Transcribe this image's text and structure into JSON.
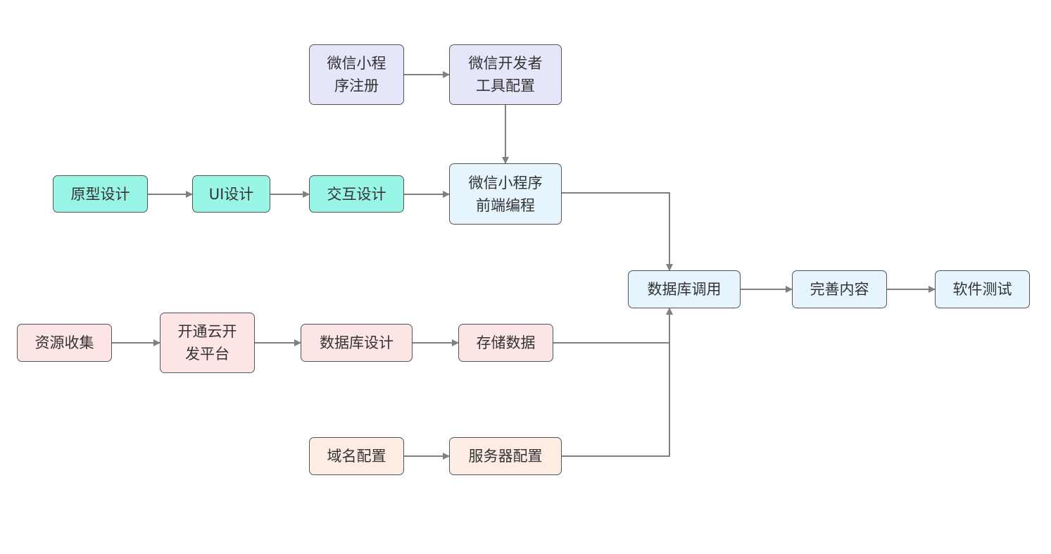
{
  "diagram": {
    "type": "flowchart",
    "colors": {
      "purple": "#e6e6fa",
      "teal": "#99f5e6",
      "lightblue": "#e5f4fd",
      "pink": "#fde5e6",
      "peach": "#fdece4",
      "border": "#555555",
      "edge": "#808080",
      "text": "#333333"
    },
    "nodes": [
      {
        "id": "wx_register",
        "label": "微信小程序注册",
        "lines": [
          "微信小程",
          "序注册"
        ],
        "color": "purple"
      },
      {
        "id": "wx_devtools",
        "label": "微信开发者工具配置",
        "lines": [
          "微信开发者",
          "工具配置"
        ],
        "color": "purple"
      },
      {
        "id": "prototype",
        "label": "原型设计",
        "lines": [
          "原型设计"
        ],
        "color": "teal"
      },
      {
        "id": "ui_design",
        "label": "UI设计",
        "lines": [
          "UI设计"
        ],
        "color": "teal"
      },
      {
        "id": "interaction",
        "label": "交互设计",
        "lines": [
          "交互设计"
        ],
        "color": "teal"
      },
      {
        "id": "wx_frontend",
        "label": "微信小程序前端编程",
        "lines": [
          "微信小程序",
          "前端编程"
        ],
        "color": "lightblue"
      },
      {
        "id": "db_call",
        "label": "数据库调用",
        "lines": [
          "数据库调用"
        ],
        "color": "lightblue"
      },
      {
        "id": "refine",
        "label": "完善内容",
        "lines": [
          "完善内容"
        ],
        "color": "lightblue"
      },
      {
        "id": "testing",
        "label": "软件测试",
        "lines": [
          "软件测试"
        ],
        "color": "lightblue"
      },
      {
        "id": "resources",
        "label": "资源收集",
        "lines": [
          "资源收集"
        ],
        "color": "pink"
      },
      {
        "id": "cloud_dev",
        "label": "开通云开发平台",
        "lines": [
          "开通云开",
          "发平台"
        ],
        "color": "pink"
      },
      {
        "id": "db_design",
        "label": "数据库设计",
        "lines": [
          "数据库设计"
        ],
        "color": "pink"
      },
      {
        "id": "store_data",
        "label": "存储数据",
        "lines": [
          "存储数据"
        ],
        "color": "pink"
      },
      {
        "id": "domain_cfg",
        "label": "域名配置",
        "lines": [
          "域名配置"
        ],
        "color": "peach"
      },
      {
        "id": "server_cfg",
        "label": "服务器配置",
        "lines": [
          "服务器配置"
        ],
        "color": "peach"
      }
    ],
    "edges": [
      {
        "from": "wx_register",
        "to": "wx_devtools"
      },
      {
        "from": "wx_devtools",
        "to": "wx_frontend"
      },
      {
        "from": "prototype",
        "to": "ui_design"
      },
      {
        "from": "ui_design",
        "to": "interaction"
      },
      {
        "from": "interaction",
        "to": "wx_frontend"
      },
      {
        "from": "wx_frontend",
        "to": "db_call"
      },
      {
        "from": "resources",
        "to": "cloud_dev"
      },
      {
        "from": "cloud_dev",
        "to": "db_design"
      },
      {
        "from": "db_design",
        "to": "store_data"
      },
      {
        "from": "store_data",
        "to": "db_call"
      },
      {
        "from": "domain_cfg",
        "to": "server_cfg"
      },
      {
        "from": "server_cfg",
        "to": "db_call"
      },
      {
        "from": "db_call",
        "to": "refine"
      },
      {
        "from": "refine",
        "to": "testing"
      }
    ]
  }
}
